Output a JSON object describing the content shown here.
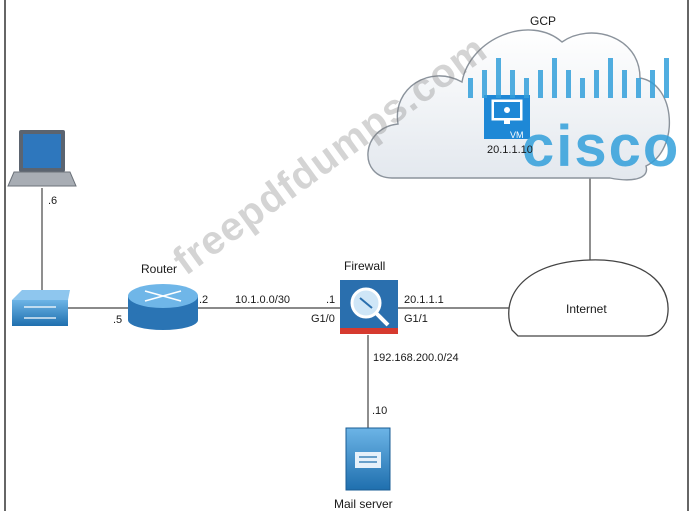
{
  "diagram": {
    "cloud_label": "GCP",
    "vm": {
      "label": "VM",
      "ip": "20.1.1.10"
    },
    "internet_label": "Internet",
    "router_label": "Router",
    "firewall_label": "Firewall",
    "mailserver_label": "Mail server",
    "labels": {
      "laptop_ip": ".6",
      "switch_ip": ".5",
      "router_ip": ".2",
      "link_subnet": "10.1.0.0/30",
      "fw_inside_ip": ".1",
      "fw_inside_if": "G1/0",
      "fw_outside_ip": "20.1.1.1",
      "fw_outside_if": "G1/1",
      "dmz_subnet": "192.168.200.0/24",
      "mail_ip": ".10"
    }
  },
  "logo": {
    "text": "cisco",
    "color": "#33a0db"
  },
  "watermark": {
    "text": "freepdfdumps.com"
  },
  "colors": {
    "device_blue": "#2f86c8",
    "vm_blue": "#1e88d6",
    "cloud_fill": "#eef2f7",
    "firewall_red": "#d63a2f"
  }
}
